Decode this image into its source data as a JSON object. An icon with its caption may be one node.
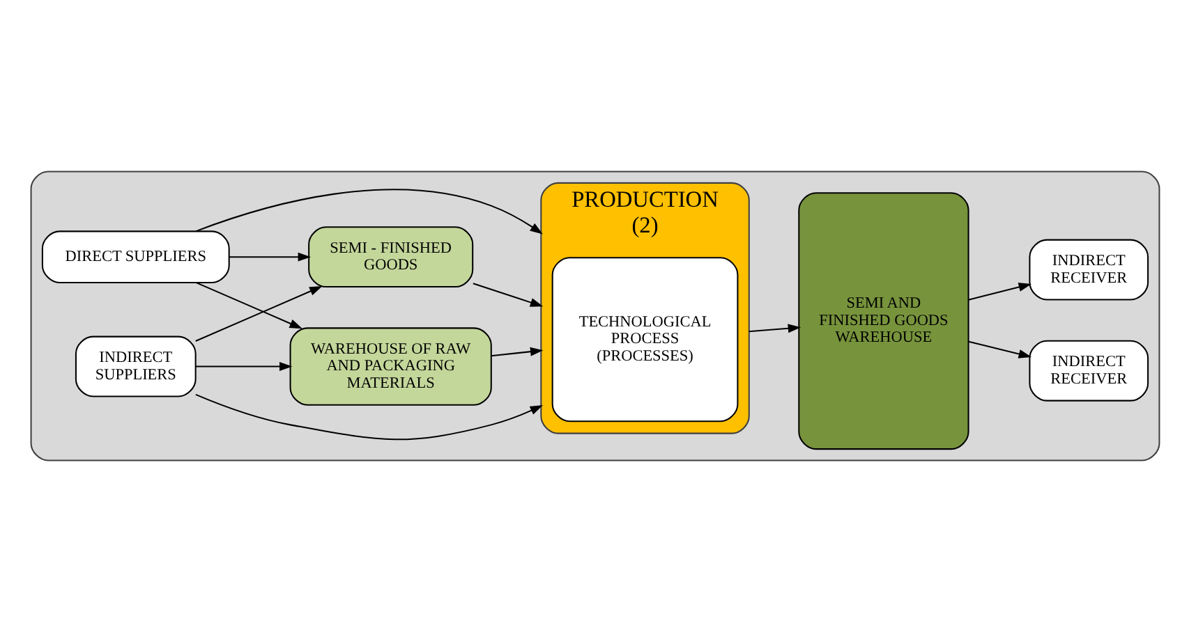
{
  "diagram": {
    "nodes": [
      {
        "text": [],
        "shape": "box"
      },
      {
        "text": [
          "DIRECT SUPPLIERS"
        ],
        "in": 0
      },
      {
        "text": [
          "INDIRECT SUPPLIERS"
        ],
        "in": 0
      },
      {
        "text": [
          "WAREHOUSE OF RAW AND PACKAGING MATERIALS"
        ],
        "in": 0
      },
      {
        "text": [
          "SEMI - FINISHED GOODS"
        ],
        "in": 0
      },
      {
        "text": [
          "PRODUCTION",
          "(2)"
        ],
        "in": 0
      },
      {
        "text": [
          "TECHNOLOGICAL PROCESS",
          "(PROCESSES)"
        ],
        "in": 5
      },
      {
        "text": [
          "SEMI AND FINISHED GOODS WAREHOUSE"
        ],
        "in": 0
      },
      {
        "text": [
          "INDIRECT RECEIVER"
        ],
        "in": 0
      },
      {
        "text": [
          "INDIRECT RECEIVER"
        ],
        "in": 0
      }
    ],
    "edges": [
      {
        "from": 1,
        "to": 5,
        "arrow": "to"
      },
      {
        "from": 1,
        "to": 3,
        "arrow": "to"
      },
      {
        "from": 1,
        "to": 4,
        "arrow": "to"
      },
      {
        "from": 2,
        "to": 3,
        "arrow": "to"
      },
      {
        "from": 2,
        "to": 4,
        "arrow": "to"
      },
      {
        "from": 2,
        "to": 5,
        "arrow": "to"
      },
      {
        "from": 3,
        "to": 5,
        "arrow": "to"
      },
      {
        "from": 4,
        "to": 5,
        "arrow": "to"
      },
      {
        "from": 5,
        "to": 7,
        "arrow": "to"
      },
      {
        "from": 7,
        "to": 8,
        "arrow": "to"
      },
      {
        "from": 7,
        "to": 9,
        "arrow": "to"
      }
    ]
  }
}
